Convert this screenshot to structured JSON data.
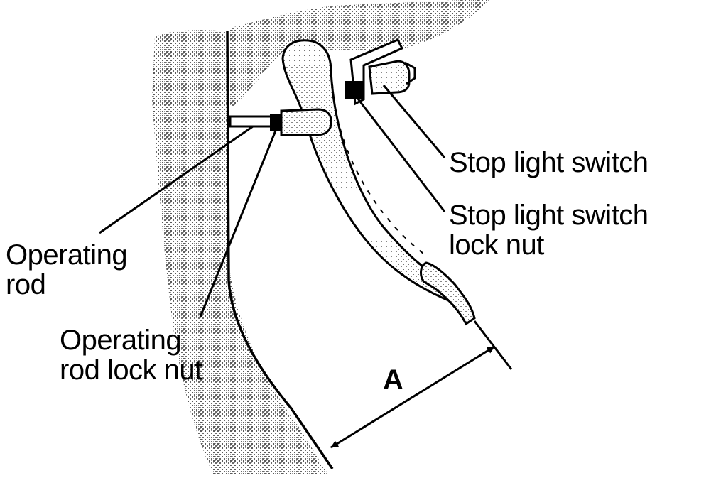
{
  "labels": {
    "stop_light_switch": "Stop light switch",
    "stop_light_switch_lock_nut": [
      "Stop light switch",
      "lock nut"
    ],
    "operating_rod": [
      "Operating",
      "rod"
    ],
    "operating_rod_lock_nut": [
      "Operating",
      "rod lock nut"
    ],
    "dimension": "A"
  },
  "colors": {
    "ink": "#000000",
    "paper": "#ffffff",
    "shade": "#8a8a8a"
  }
}
